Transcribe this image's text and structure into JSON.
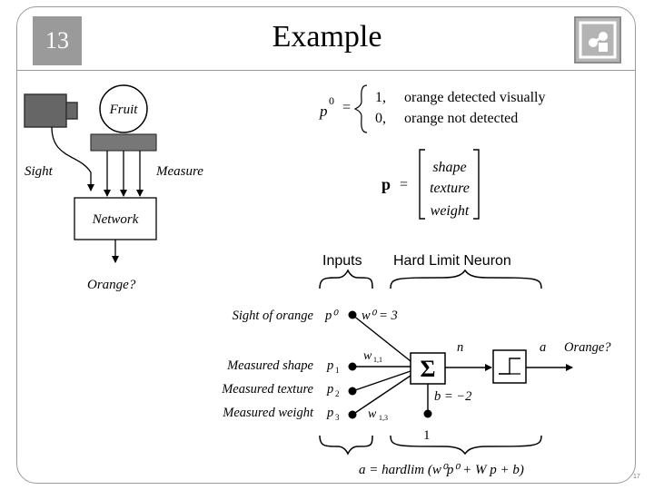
{
  "header": {
    "slide_number": "13",
    "title": "Example"
  },
  "footer": {
    "page_number": "17"
  },
  "left_diagram": {
    "fruit_label": "Fruit",
    "sight_label": "Sight",
    "measure_label": "Measure",
    "network_label": "Network",
    "output_label": "Orange?"
  },
  "p0_definition": {
    "lhs": "p",
    "lhs_sup": "0",
    "equals": "=",
    "case1_value": "1,",
    "case1_text": "orange detected visually",
    "case2_value": "0,",
    "case2_text": "orange not detected"
  },
  "p_vector": {
    "lhs": "p",
    "equals": "=",
    "entries": [
      "shape",
      "texture",
      "weight"
    ]
  },
  "neuron": {
    "inputs_header": "Inputs",
    "neuron_header": "Hard Limit Neuron",
    "input_labels": [
      "Sight of orange",
      "Measured shape",
      "Measured texture",
      "Measured weight"
    ],
    "p0": "p⁰",
    "p1": "p",
    "p1_sub": "1",
    "p2": "p",
    "p2_sub": "2",
    "p3": "p",
    "p3_sub": "3",
    "w0_label": "w⁰ = 3",
    "w11_label": "w",
    "w11_sub": "1,1",
    "w13_label": "w",
    "w13_sub": "1,3",
    "sum_symbol": "Σ",
    "n_label": "n",
    "a_label": "a",
    "output_label": "Orange?",
    "bias_label": "b = −2",
    "bias_input": "1",
    "equation": "a = hardlim (w⁰p⁰ + W p + b)"
  }
}
